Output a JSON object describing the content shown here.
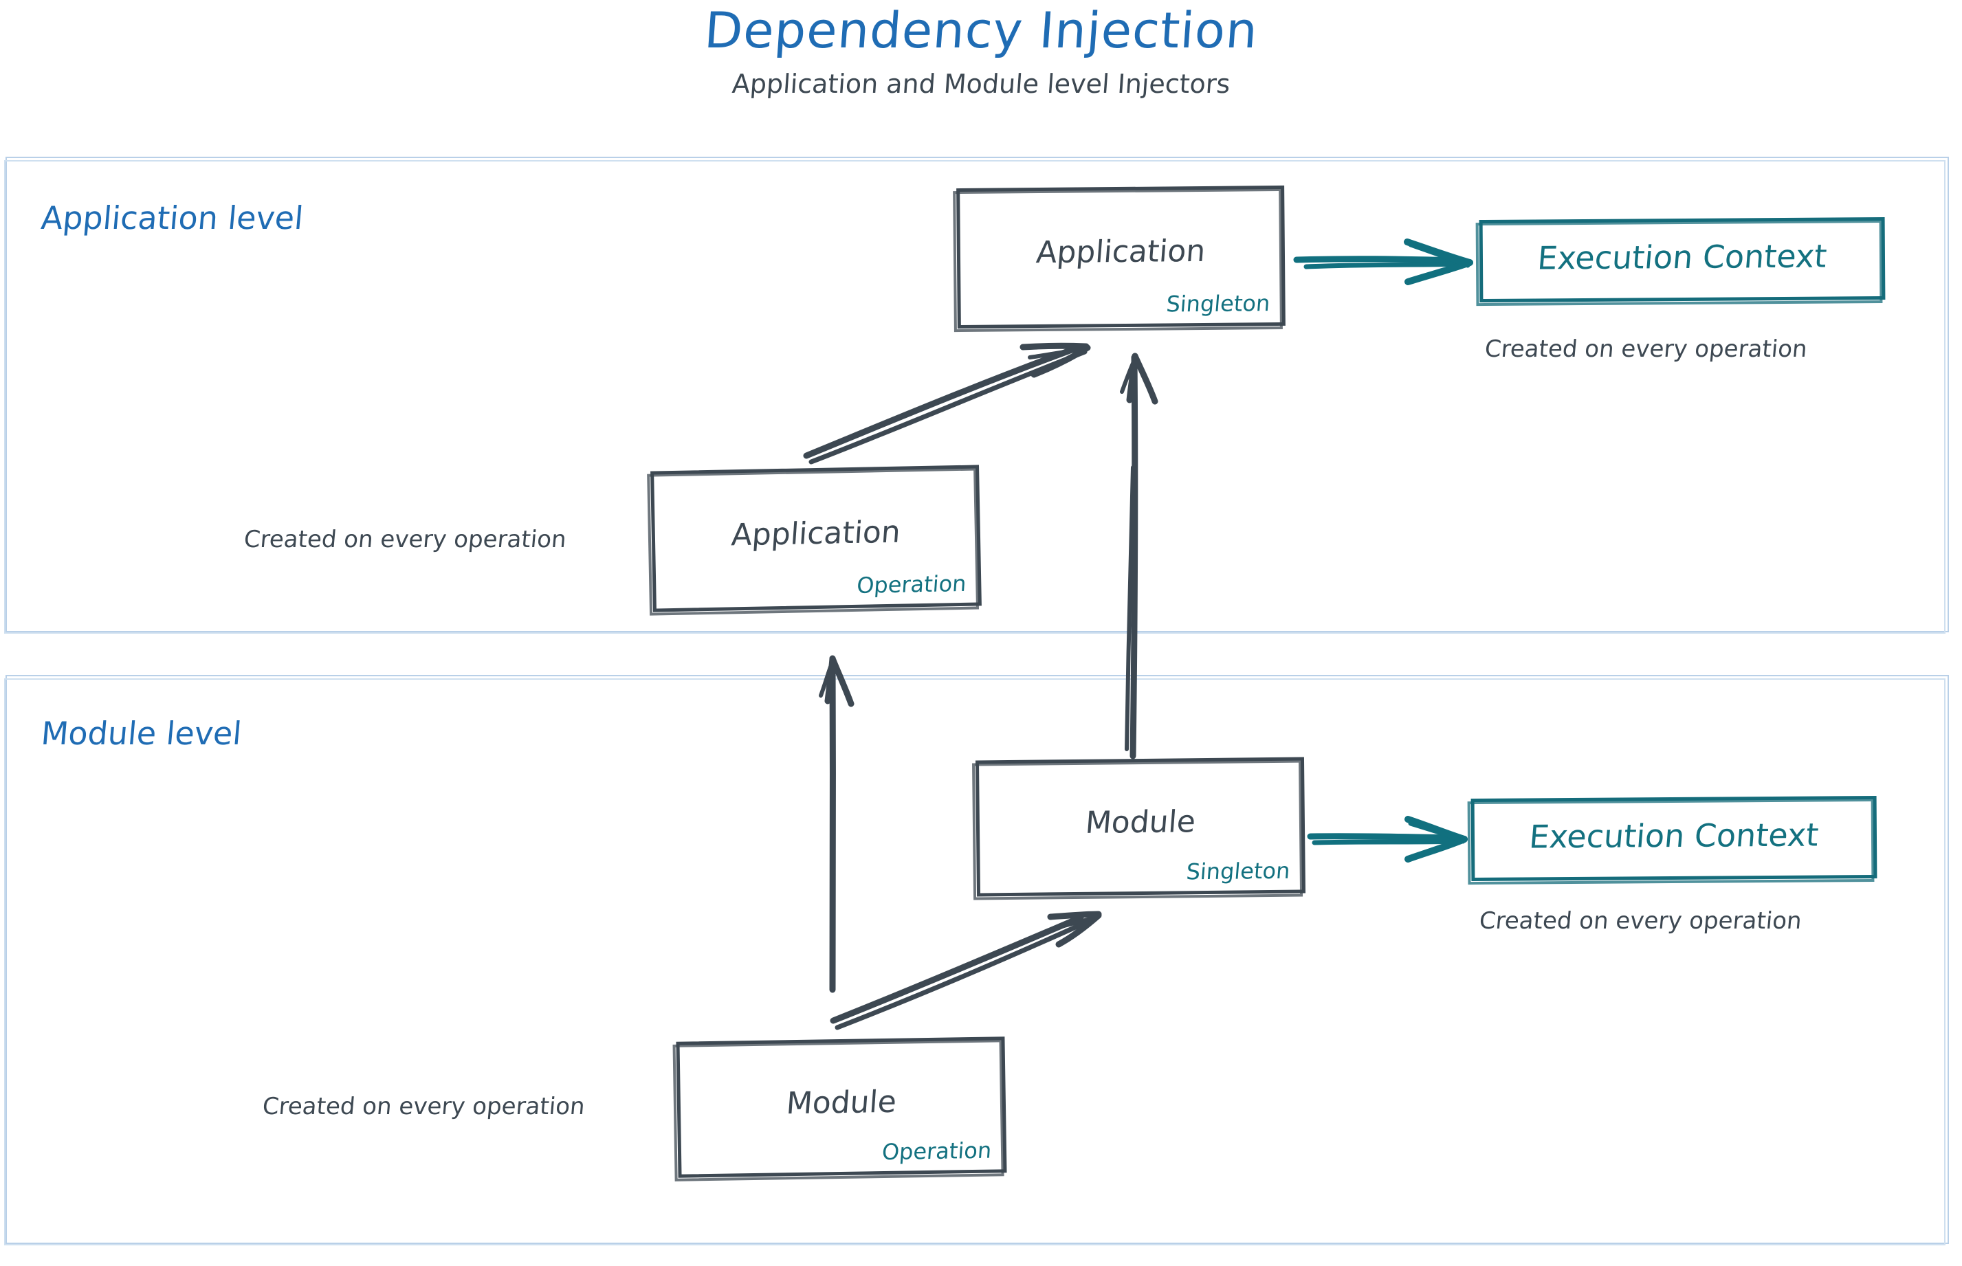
{
  "header": {
    "title": "Dependency Injection",
    "subtitle": "Application and Module level Injectors"
  },
  "colors": {
    "title_blue": "#1f6cb4",
    "section_border": "#b9d0e8",
    "ink_dark": "#3d4852",
    "accent_teal": "#137180"
  },
  "sections": [
    {
      "id": "application-level",
      "label": "Application level"
    },
    {
      "id": "module-level",
      "label": "Module level"
    }
  ],
  "nodes": {
    "application_singleton": {
      "title": "Application",
      "scope": "Singleton"
    },
    "application_operation": {
      "title": "Application",
      "scope": "Operation"
    },
    "module_singleton": {
      "title": "Module",
      "scope": "Singleton"
    },
    "module_operation": {
      "title": "Module",
      "scope": "Operation"
    },
    "execution_context_app": {
      "title": "Execution Context"
    },
    "execution_context_module": {
      "title": "Execution Context"
    }
  },
  "captions": {
    "app_exec_context": "Created on every operation",
    "app_operation": "Created on every operation",
    "module_exec_context": "Created on every operation",
    "module_operation": "Created on every operation"
  },
  "arrows": [
    {
      "id": "app-singleton-to-exec-context",
      "style": "teal",
      "kind": "double-line"
    },
    {
      "id": "app-operation-to-app-singleton",
      "style": "dark",
      "kind": "double-line-diagonal"
    },
    {
      "id": "module-singleton-to-app-singleton",
      "style": "dark",
      "kind": "double-line-vertical"
    },
    {
      "id": "module-operation-to-app-operation",
      "style": "dark",
      "kind": "single-line-vertical"
    },
    {
      "id": "module-singleton-to-exec-context",
      "style": "teal",
      "kind": "double-line"
    },
    {
      "id": "module-operation-to-module-singleton",
      "style": "dark",
      "kind": "double-line-diagonal"
    }
  ]
}
